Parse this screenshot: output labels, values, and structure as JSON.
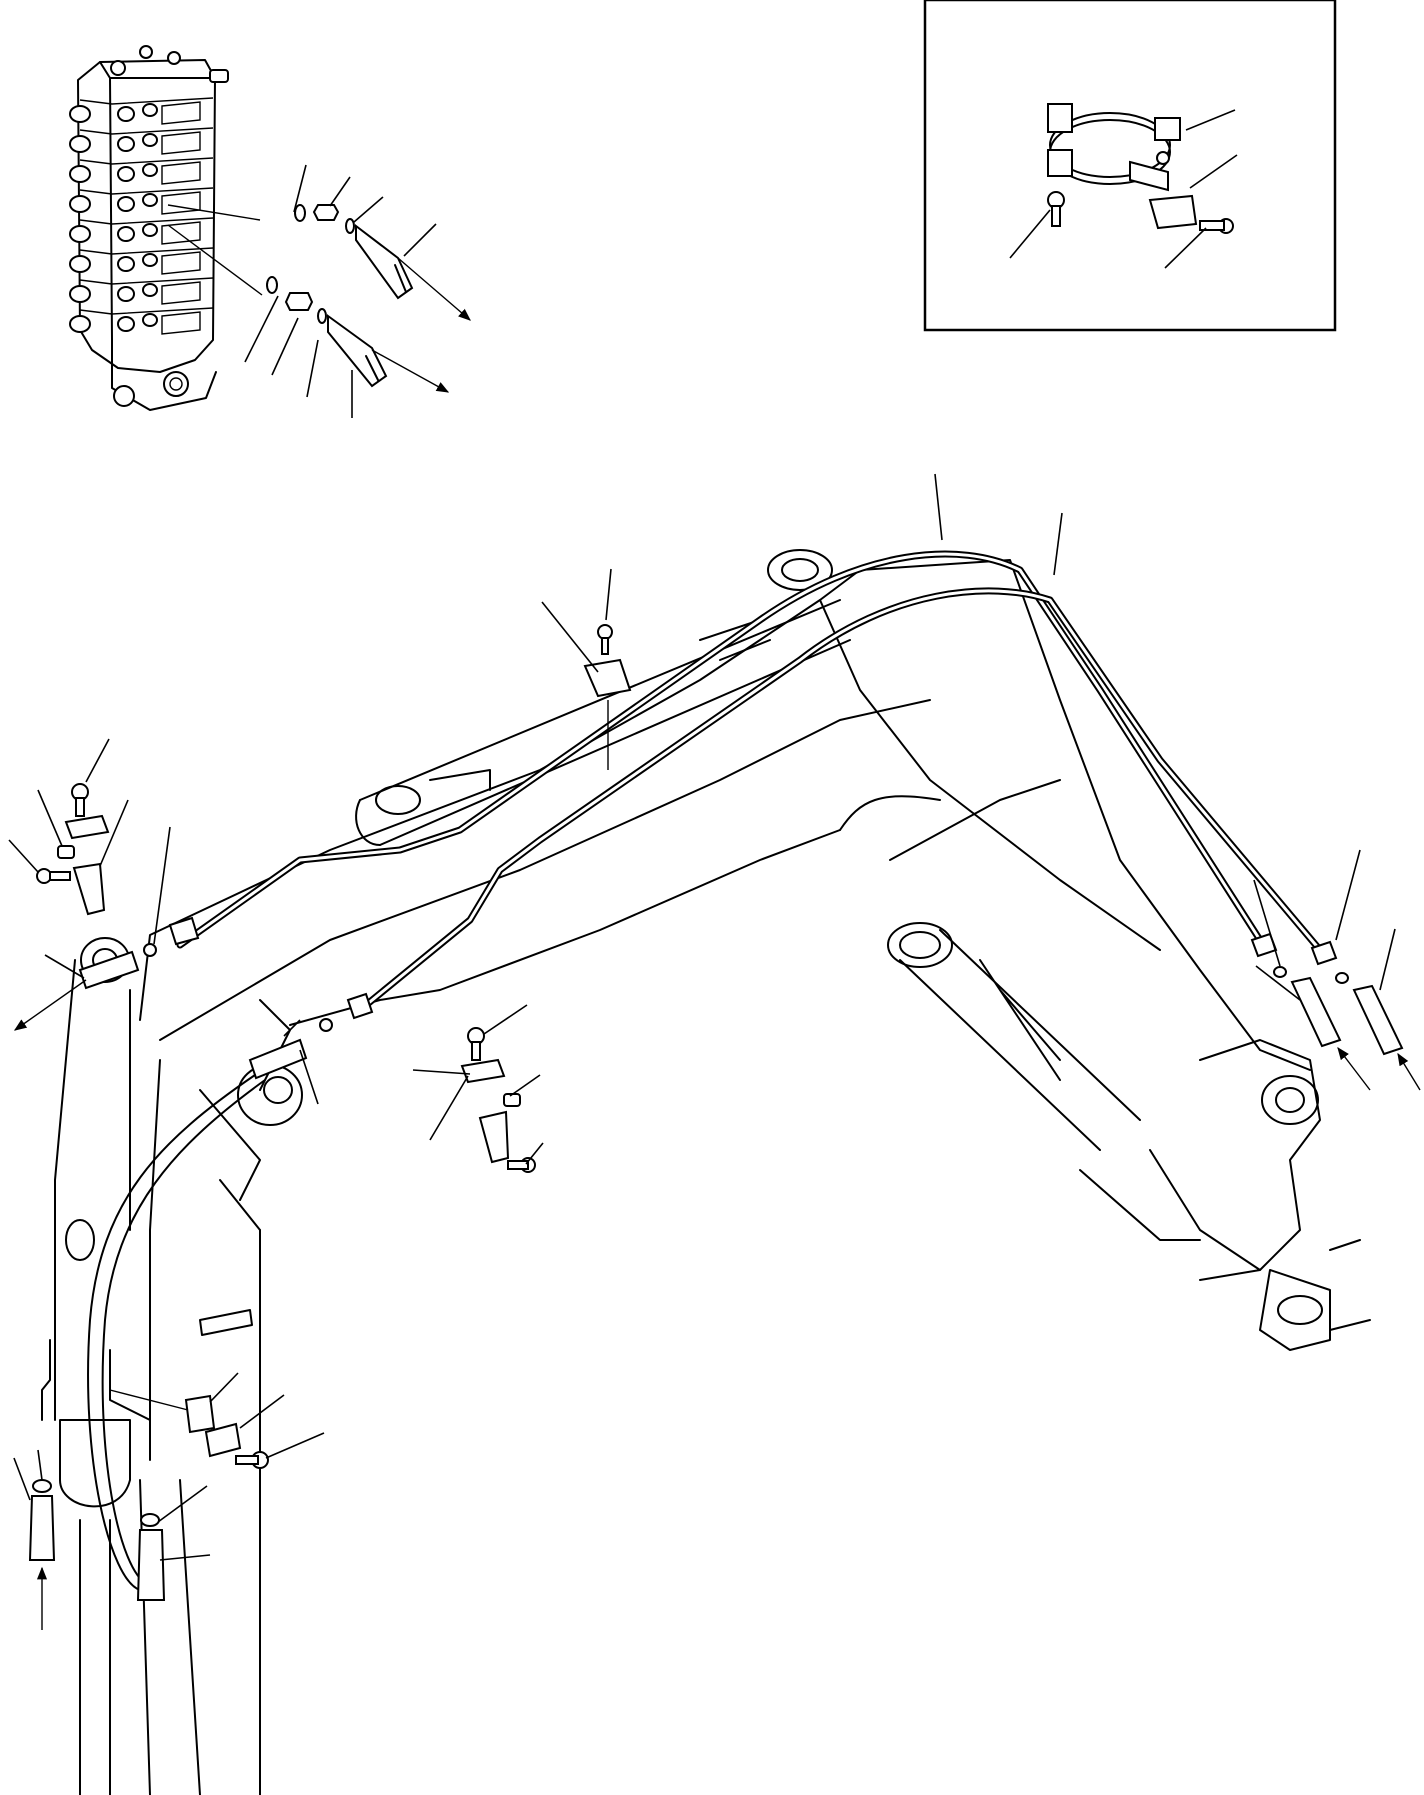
{
  "diagram": {
    "kind": "hydraulic-piping-exploded-view",
    "line_color": "#000000",
    "background_color": "#ffffff",
    "printed_text": []
  },
  "parts": {
    "control_valve": {
      "icon": "control-valve-block"
    },
    "inset_clamp_detail": {
      "icon": "pipe-clamp-with-bolts"
    },
    "boom_pipes": {
      "icon": "double-hydraulic-tube",
      "count": 2
    },
    "pipe_clamps": {
      "icon": "clamp-bracket",
      "count": 4
    },
    "hose_connectors": {
      "icon": "threaded-fitting",
      "count": 8
    },
    "flow_arrows": {
      "icon": "flow-direction-arrow",
      "count": 7
    },
    "callout_leaders": {
      "icon": "part-callout-leader-line",
      "count": 39
    }
  }
}
